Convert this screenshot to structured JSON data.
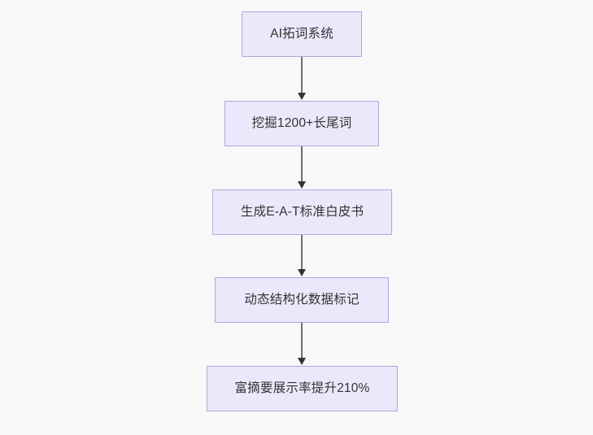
{
  "diagram": {
    "type": "flowchart",
    "direction": "top-to-bottom",
    "background_color": "#f8f8f8",
    "node_fill_color": "#e9e9fb",
    "node_border_color": "#b8a2dd",
    "node_text_color": "#333333",
    "edge_line_color": "#6f6f6f",
    "edge_arrow_color": "#333333",
    "nodes": [
      {
        "id": "node-1",
        "label": "AI拓词系统"
      },
      {
        "id": "node-2",
        "label": "挖掘1200+长尾词"
      },
      {
        "id": "node-3",
        "label": "生成E-A-T标准白皮书"
      },
      {
        "id": "node-4",
        "label": "动态结构化数据标记"
      },
      {
        "id": "node-5",
        "label": "富摘要展示率提升210%"
      }
    ],
    "edges": [
      {
        "id": "edge-1",
        "from": "node-1",
        "to": "node-2",
        "label": ""
      },
      {
        "id": "edge-2",
        "from": "node-2",
        "to": "node-3",
        "label": ""
      },
      {
        "id": "edge-3",
        "from": "node-3",
        "to": "node-4",
        "label": ""
      },
      {
        "id": "edge-4",
        "from": "node-4",
        "to": "node-5",
        "label": ""
      }
    ]
  }
}
